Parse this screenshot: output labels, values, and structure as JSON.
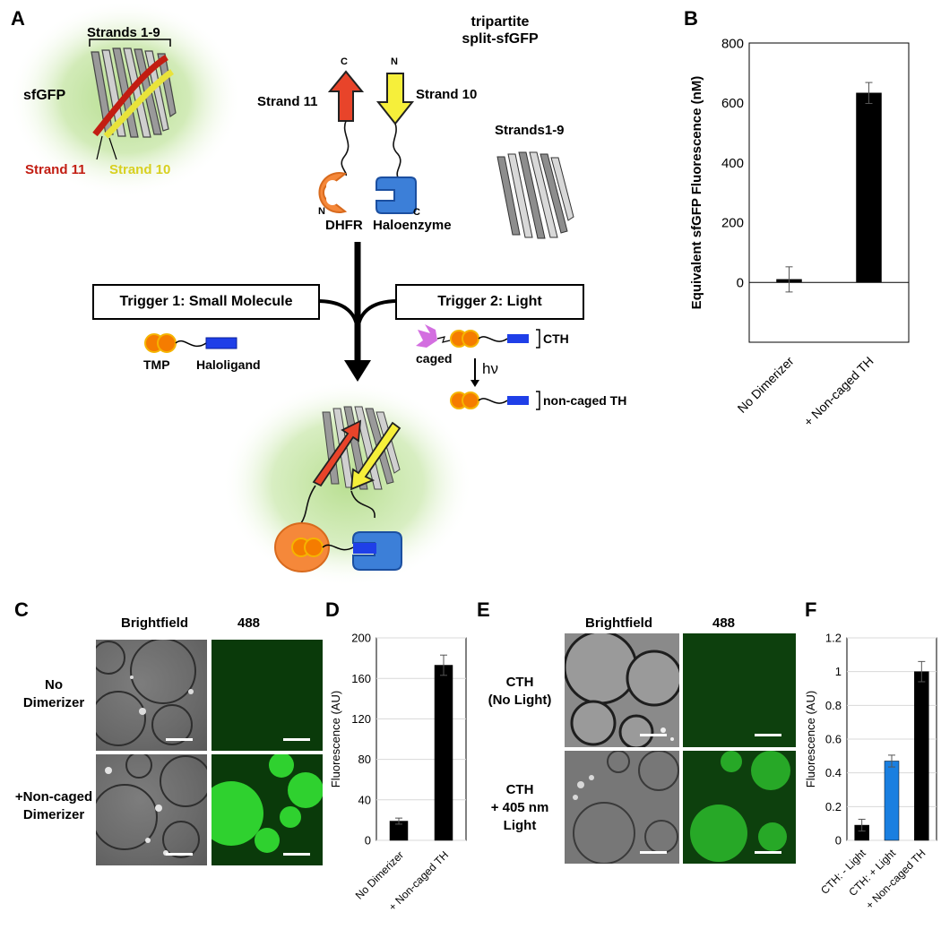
{
  "panels": {
    "a": "A",
    "b": "B",
    "c": "C",
    "d": "D",
    "e": "E",
    "f": "F"
  },
  "panel_a": {
    "strands_1_9": "Strands 1-9",
    "sfgfp": "sfGFP",
    "strand11_red": "Strand 11",
    "strand10_yellow": "Strand 10",
    "title_line1": "tripartite",
    "title_line2": "split-sfGFP",
    "c_term_top": "C",
    "n_term_top": "N",
    "strand11": "Strand 11",
    "strand10": "Strand 10",
    "strands1_9_right": "Strands1-9",
    "n_dhfr": "N",
    "dhfr": "DHFR",
    "c_halo": "C",
    "haloenzyme": "Haloenzyme",
    "trigger1": "Trigger 1: Small Molecule",
    "trigger2": "Trigger 2: Light",
    "tmp": "TMP",
    "haloligand": "Haloligand",
    "caged": "caged",
    "cth": "CTH",
    "hv": "hν",
    "noncaged_th": "non-caged TH"
  },
  "panel_c": {
    "col1": "Brightfield",
    "col2": "488",
    "row1": [
      "No",
      "Dimerizer"
    ],
    "row2": [
      "+Non-caged",
      "Dimerizer"
    ]
  },
  "panel_e": {
    "col1": "Brightfield",
    "col2": "488",
    "row1": [
      "CTH",
      "(No Light)"
    ],
    "row2": [
      "CTH",
      "+ 405 nm",
      "Light"
    ]
  },
  "colors": {
    "strand11": "#e8442a",
    "strand10": "#f6ef3a",
    "dhfr": "#f5883a",
    "halo": "#3c7fd8",
    "ligand_blue": "#1f3fe8",
    "tmp_orange": "#f57c00",
    "cage_purple": "#d36ee0",
    "bar_black": "#000000",
    "bar_blue": "#1a7fe0",
    "glow_green": "#c6e6a6"
  },
  "chart_data": [
    {
      "id": "B",
      "type": "bar",
      "categories": [
        "No Dimerizer",
        "+ Non-caged TH"
      ],
      "values": [
        10,
        633
      ],
      "errors": [
        42,
        35
      ],
      "ylabel": "Equivalent sfGFP Fluorescence (nM)",
      "ylim": [
        -200,
        800
      ],
      "yticks": [
        0,
        200,
        400,
        600,
        800
      ],
      "colors": [
        "#000000",
        "#000000"
      ],
      "grid": false
    },
    {
      "id": "D",
      "type": "bar",
      "categories": [
        "No Dimerizer",
        "+ Non-caged TH"
      ],
      "values": [
        19,
        173
      ],
      "errors": [
        3,
        10
      ],
      "ylabel": "Fluorescence (AU)",
      "ylim": [
        0,
        200
      ],
      "yticks": [
        0,
        40,
        80,
        120,
        160,
        200
      ],
      "colors": [
        "#000000",
        "#000000"
      ],
      "grid": true
    },
    {
      "id": "F",
      "type": "bar",
      "categories": [
        "CTH: - Light",
        "CTH: + Light",
        "+ Non-caged TH"
      ],
      "values": [
        0.09,
        0.47,
        1.0
      ],
      "errors": [
        0.035,
        0.035,
        0.06
      ],
      "ylabel": "Fluorescence (AU)",
      "ylim": [
        0,
        1.2
      ],
      "yticks": [
        0,
        0.2,
        0.4,
        0.6,
        0.8,
        1,
        1.2
      ],
      "colors": [
        "#000000",
        "#1a7fe0",
        "#000000"
      ],
      "grid": true
    }
  ]
}
